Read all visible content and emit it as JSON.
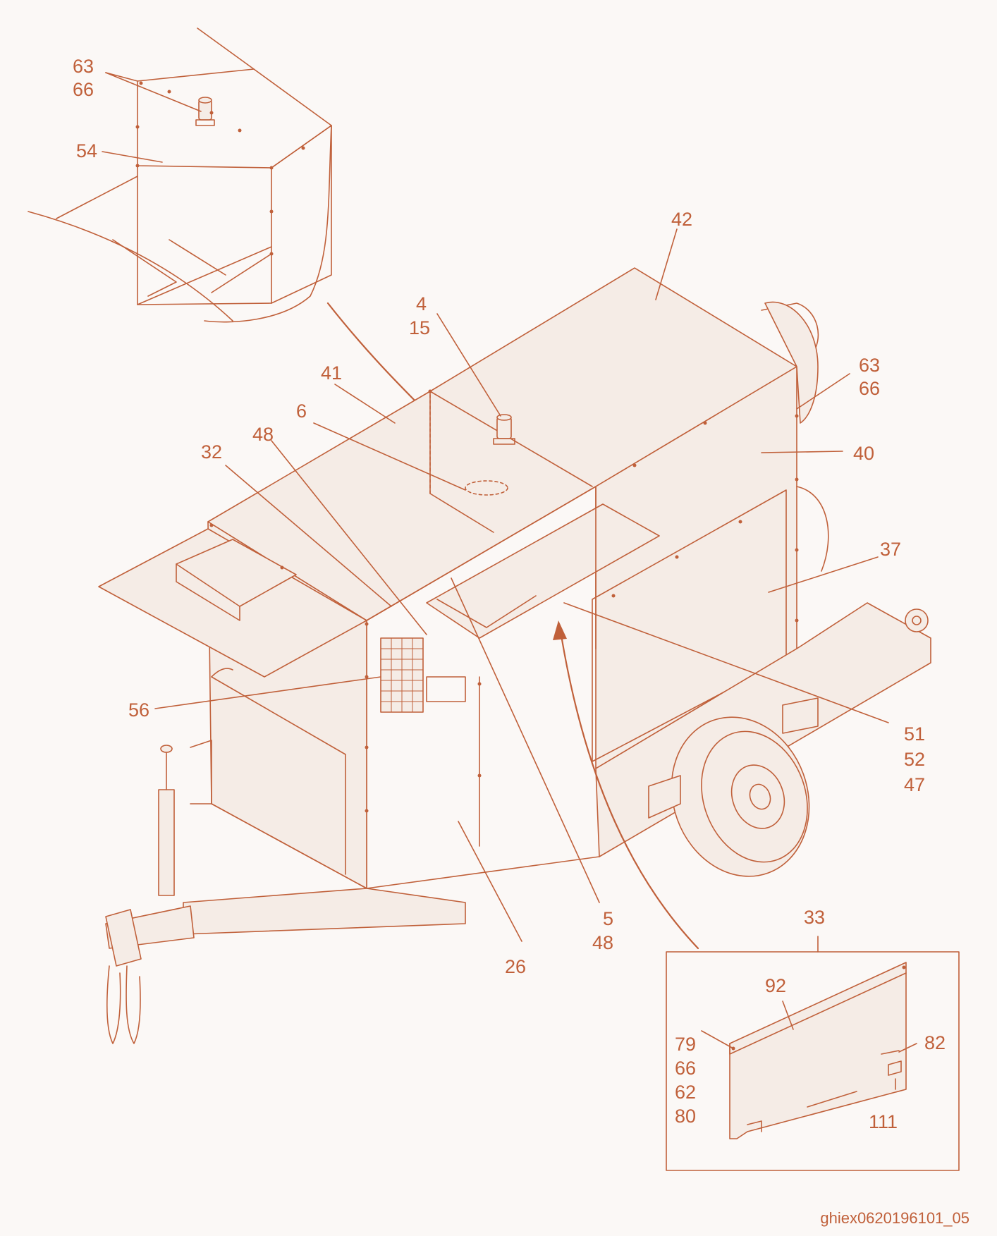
{
  "colors": {
    "line": "#c0603a",
    "background": "#fbf8f6"
  },
  "figure_id": "ghiex0620196101_05",
  "callouts": [
    {
      "id": "c-63-top",
      "lines": [
        "63",
        "66"
      ]
    },
    {
      "id": "c-54",
      "lines": [
        "54"
      ]
    },
    {
      "id": "c-42",
      "lines": [
        "42"
      ]
    },
    {
      "id": "c-4",
      "lines": [
        "4",
        "15"
      ]
    },
    {
      "id": "c-41",
      "lines": [
        "41"
      ]
    },
    {
      "id": "c-6",
      "lines": [
        "6"
      ]
    },
    {
      "id": "c-48",
      "lines": [
        "48"
      ]
    },
    {
      "id": "c-32",
      "lines": [
        "32"
      ]
    },
    {
      "id": "c-63-right",
      "lines": [
        "63",
        "66"
      ]
    },
    {
      "id": "c-40",
      "lines": [
        "40"
      ]
    },
    {
      "id": "c-37",
      "lines": [
        "37"
      ]
    },
    {
      "id": "c-56",
      "lines": [
        "56"
      ]
    },
    {
      "id": "c-51",
      "lines": [
        "51",
        "52",
        "47"
      ]
    },
    {
      "id": "c-5",
      "lines": [
        "5",
        "48"
      ]
    },
    {
      "id": "c-26",
      "lines": [
        "26"
      ]
    },
    {
      "id": "c-33",
      "lines": [
        "33"
      ]
    },
    {
      "id": "c-92",
      "lines": [
        "92"
      ]
    },
    {
      "id": "c-79",
      "lines": [
        "79",
        "66",
        "62",
        "80"
      ]
    },
    {
      "id": "c-82",
      "lines": [
        "82"
      ]
    },
    {
      "id": "c-111",
      "lines": [
        "111"
      ]
    }
  ]
}
